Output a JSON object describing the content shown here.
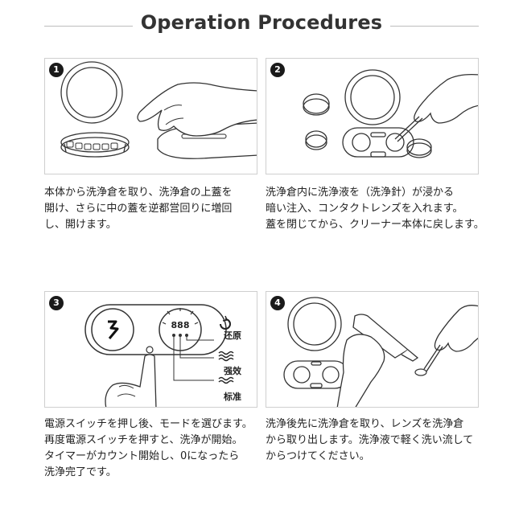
{
  "title": "Operation Procedures",
  "steps": [
    {
      "number": "1",
      "caption_lines": [
        "本体から洗浄倉を取り、洗浄倉の上蓋を",
        "開け、さらに中の蓋を逆都営回りに増回",
        "し、開けます。"
      ]
    },
    {
      "number": "2",
      "caption_lines": [
        "洗浄倉内に洗浄液を（洗浄針）が浸かる",
        "暗い注入、コンタクトレンズを入れます。",
        "蓋を閉じてから、クリーナー本体に戻します。"
      ]
    },
    {
      "number": "3",
      "device_labels": {
        "restore": "还原",
        "strong": "强效",
        "standard": "标准",
        "display": "888"
      },
      "caption_lines": [
        "電源スイッチを押し後、モードを選びます。",
        "再度電源スイッチを押すと、洗浄が開始。",
        "タイマーがカウント開始し、0になったら",
        "洗浄完了です。"
      ]
    },
    {
      "number": "4",
      "caption_lines": [
        "洗浄後先に洗浄倉を取り、レンズを洗浄倉",
        "から取り出します。洗浄液で軽く洗い流して",
        "からつけてください。"
      ]
    }
  ]
}
